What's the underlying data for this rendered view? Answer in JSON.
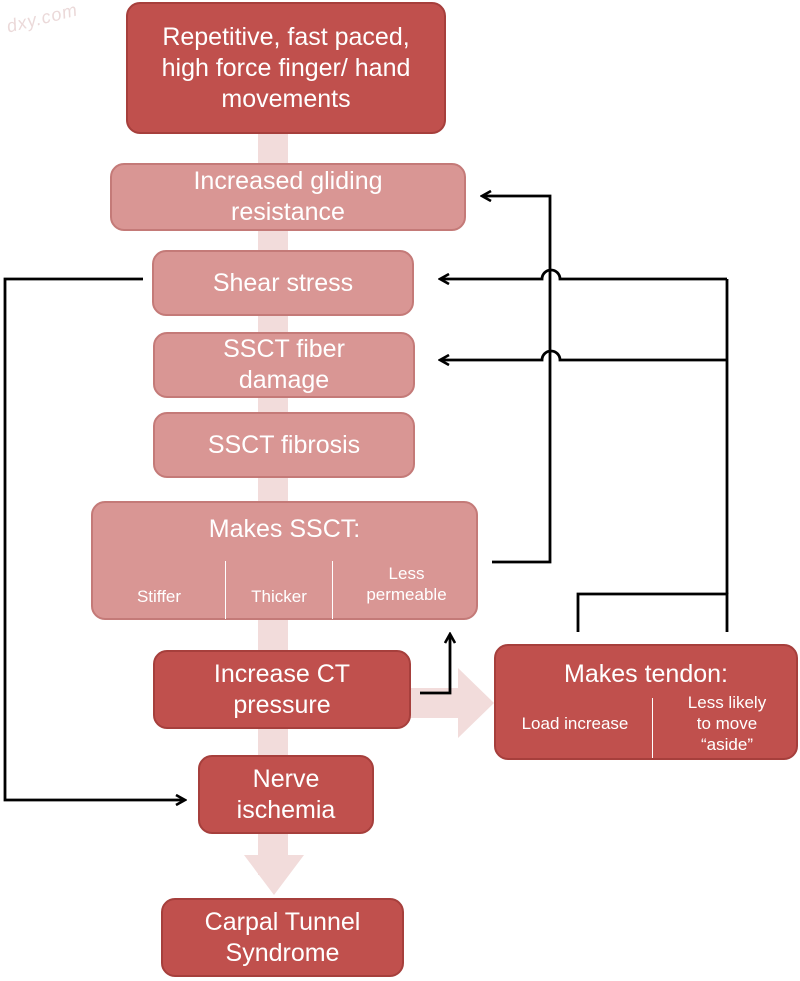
{
  "watermark": "dxy.com",
  "nodes": {
    "repetitive": "Repetitive, fast paced,\nhigh force finger/ hand\nmovements",
    "gliding": "Increased gliding\nresistance",
    "shear": "Shear stress",
    "fiber_damage": "SSCT fiber\ndamage",
    "fibrosis": "SSCT fibrosis",
    "makes_ssct": {
      "title": "Makes SSCT:",
      "items": [
        "Stiffer",
        "Thicker",
        "Less\npermeable"
      ]
    },
    "ct_pressure": "Increase CT\npressure",
    "makes_tendon": {
      "title": "Makes tendon:",
      "items": [
        "Load increase",
        "Less likely\nto move\n“aside”"
      ]
    },
    "ischemia": "Nerve\nischemia",
    "cts": "Carpal Tunnel\nSyndrome"
  },
  "colors": {
    "dark_box": "#c0504d",
    "light_box": "#d99694",
    "spine": "#f2dcdb",
    "connector": "#000000"
  }
}
